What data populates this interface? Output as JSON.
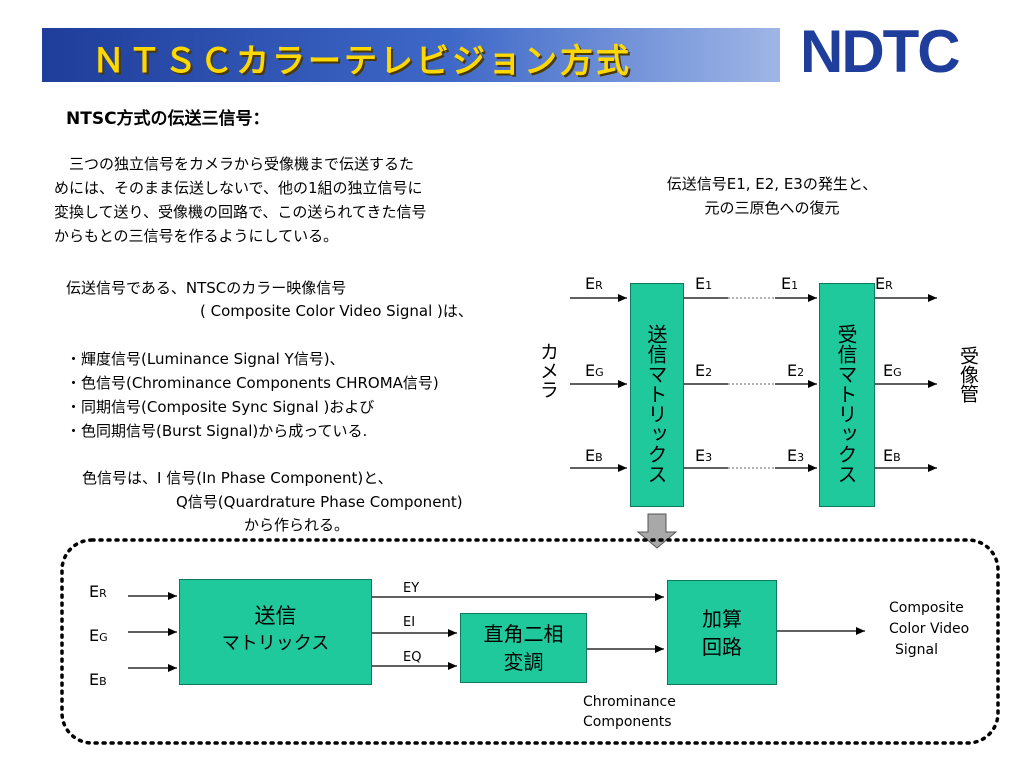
{
  "header": {
    "title": "ＮＴＳＣカラーテレビジョン方式",
    "logo": "NDTC"
  },
  "intro": {
    "heading": "NTSC方式の伝送三信号：",
    "para1": [
      "　三つの独立信号をカメラから受像機まで伝送するた",
      "めには、そのまま伝送しないで、他の1組の独立信号に",
      "変換して送り、受像機の回路で、この送られてきた信号",
      "からもとの三信号を作るようにしている。"
    ],
    "para2": [
      "伝送信号である、NTSCのカラー映像信号",
      "( Composite Color Video Signal )は、"
    ],
    "bullets": [
      "・輝度信号(Luminance Signal  Y信号)、",
      "・色信号(Chrominance Components  CHROMA信号)",
      "・同期信号(Composite Sync Signal )および",
      "・色同期信号(Burst Signal)から成っている."
    ],
    "para3": [
      "色信号は、I 信号(In Phase Component)と、",
      "Q信号(Quardrature Phase Component)",
      "から作られる。"
    ]
  },
  "upper_diagram": {
    "caption": [
      "伝送信号E1, E2, E3の発生と、",
      "元の三原色への復元"
    ],
    "camera_label": "カメラ",
    "receiver_label": "受像管",
    "tx_matrix": "送信マトリックス",
    "rx_matrix": "受信マトリックス",
    "inputs": [
      {
        "main": "E",
        "sub": "R"
      },
      {
        "main": "E",
        "sub": "G"
      },
      {
        "main": "E",
        "sub": "B"
      }
    ],
    "transmitted": [
      {
        "main": "E",
        "sub": "1"
      },
      {
        "main": "E",
        "sub": "2"
      },
      {
        "main": "E",
        "sub": "3"
      }
    ],
    "outputs": [
      {
        "main": "E",
        "sub": "R"
      },
      {
        "main": "E",
        "sub": "G"
      },
      {
        "main": "E",
        "sub": "B"
      }
    ]
  },
  "lower_diagram": {
    "inputs": [
      {
        "main": "E",
        "sub": "R"
      },
      {
        "main": "E",
        "sub": "G"
      },
      {
        "main": "E",
        "sub": "B"
      }
    ],
    "tx_matrix": [
      "送信",
      "マトリックス"
    ],
    "quad_mod": [
      "直角二相",
      "変調"
    ],
    "adder": [
      "加算",
      "回路"
    ],
    "signals": {
      "ey": "EY",
      "ei": "EI",
      "eq": "EQ"
    },
    "chroma_label": [
      "Chrominance",
      "Components"
    ],
    "output_label": [
      "Composite",
      "Color Video",
      "Signal"
    ]
  }
}
